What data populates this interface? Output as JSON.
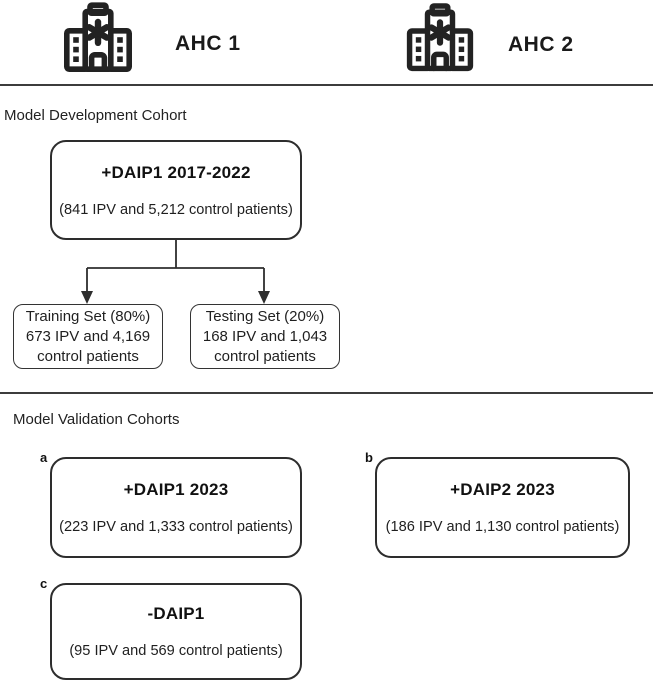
{
  "header": {
    "sites": [
      {
        "icon": "hospital-building-icon",
        "label": "AHC 1"
      },
      {
        "icon": "hospital-building-icon",
        "label": "AHC 2"
      }
    ]
  },
  "development": {
    "section_title": "Model Development Cohort",
    "main_box": {
      "title": "+DAIP1 2017-2022",
      "subtitle": "(841 IPV and 5,212 control patients)"
    },
    "training_box": {
      "lines": [
        "Training Set (80%)",
        "673 IPV and 4,169",
        "control patients"
      ]
    },
    "testing_box": {
      "lines": [
        "Testing Set (20%)",
        "168 IPV and 1,043",
        "control patients"
      ]
    }
  },
  "validation": {
    "section_title": "Model Validation Cohorts",
    "boxes": [
      {
        "label": "a",
        "title": "+DAIP1 2023",
        "subtitle": "(223 IPV and 1,333 control patients)"
      },
      {
        "label": "b",
        "title": "+DAIP2 2023",
        "subtitle": "(186 IPV and 1,130 control patients)"
      },
      {
        "label": "c",
        "title": "-DAIP1",
        "subtitle": "(95 IPV and 569 control patients)"
      }
    ]
  },
  "colors": {
    "ink": "#1f1f1f",
    "border": "#2d2d2d",
    "divider": "#3c3c3c"
  }
}
